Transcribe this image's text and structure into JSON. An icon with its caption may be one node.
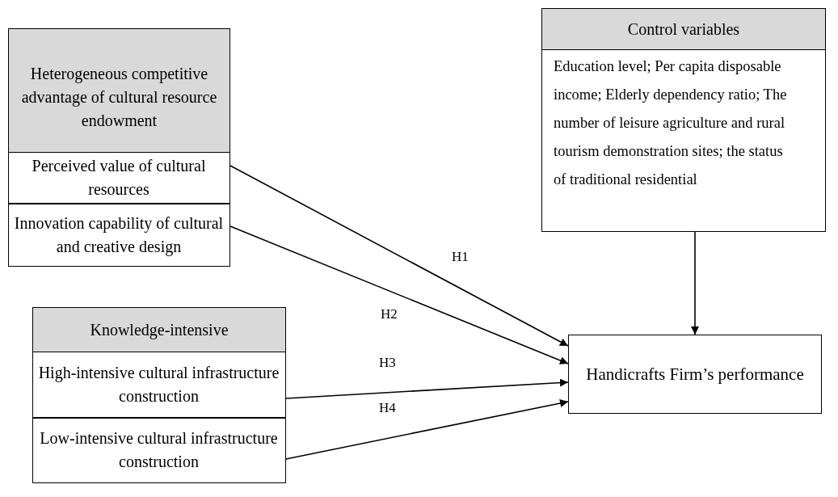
{
  "diagram": {
    "nodes": [
      {
        "text": [
          "Heterogeneous competitive advantage of cultural resource endowment"
        ]
      },
      {
        "text": [
          "Perceived value of cultural resources"
        ],
        "in": 0
      },
      {
        "text": [
          "Innovation capability of cultural and creative design"
        ],
        "in": 0
      },
      {
        "text": [
          "Knowledge-intensive"
        ]
      },
      {
        "text": [
          "High-intensive cultural infrastructure construction"
        ],
        "in": 3
      },
      {
        "text": [
          "Low-intensive cultural infrastructure construction"
        ],
        "in": 3
      },
      {
        "text": [
          "Control variables",
          "Education level; Per capita disposable income; Elderly dependency ratio; The number of leisure agriculture and rural tourism demonstration sites; the status of traditional residential"
        ]
      },
      {
        "text": [
          "Handicrafts Firm’s performance"
        ]
      }
    ],
    "edges": [
      {
        "from": 1,
        "to": 7,
        "arrow": "to",
        "label": "H1"
      },
      {
        "from": 2,
        "to": 7,
        "arrow": "to",
        "label": "H2"
      },
      {
        "from": 4,
        "to": 7,
        "arrow": "to",
        "label": "H3"
      },
      {
        "from": 5,
        "to": 7,
        "arrow": "to",
        "label": "H4"
      },
      {
        "from": 6,
        "to": 7,
        "arrow": "to"
      }
    ]
  }
}
